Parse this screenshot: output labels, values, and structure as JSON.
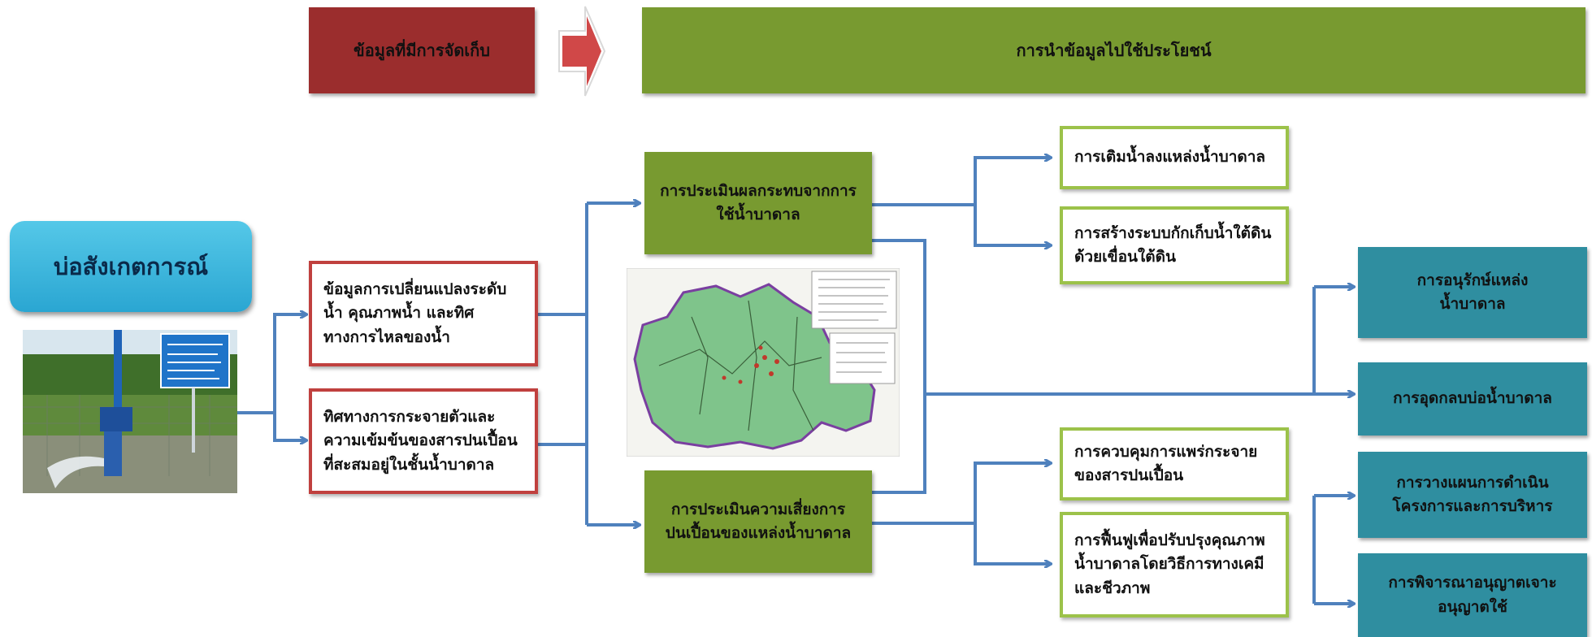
{
  "header": {
    "collected_label": "ข้อมูลที่มีการจัดเก็บ",
    "usage_label": "การนำข้อมูลไปใช้ประโยชน์"
  },
  "observation_well": {
    "title": "บ่อสังเกตการณ์",
    "photo": "observation-well-photo"
  },
  "inputs": [
    {
      "label": "ข้อมูลการเปลี่ยนแปลงระดับ\nน้ำ คุณภาพน้ำ และทิศ\nทางการไหลของน้ำ"
    },
    {
      "label": "ทิศทางการกระจายตัวและ\nความเข้มข้นของสารปนเปื้อน\nที่สะสมอยู่ในชั้นน้ำบาดาล"
    }
  ],
  "assessments": [
    {
      "label": "การประเมินผลกระทบจากการ\nใช้น้ำบาดาล"
    },
    {
      "label": "การประเมินความเสี่ยงการ\nปนเปื้อนของแหล่งน้ำบาดาล"
    }
  ],
  "map": {
    "icon": "groundwater-map-image"
  },
  "impact_outcomes": [
    {
      "label": "การเติมน้ำลงแหล่งน้ำบาดาล"
    },
    {
      "label": "การสร้างระบบกักเก็บน้ำใต้ดิน\nด้วยเขื่อนใต้ดิน"
    }
  ],
  "risk_outcomes": [
    {
      "label": "การควบคุมการแพร่กระจาย\nของสารปนเปื้อน"
    },
    {
      "label": "การฟื้นฟูเพื่อปรับปรุงคุณภาพ\nน้ำบาดาลโดยวิธีการทางเคมี\nและชีวภาพ"
    }
  ],
  "management_outcomes": [
    {
      "label": "การอนุรักษ์แหล่ง\nน้ำบาดาล"
    },
    {
      "label": "การอุดกลบบ่อน้ำบาดาล"
    },
    {
      "label": "การวางแผนการดำเนิน\nโครงการและการบริหาร"
    },
    {
      "label": "การพิจารณาอนุญาตเจาะ\nอนุญาตใช้"
    }
  ],
  "colors": {
    "header_red": "#9b2d2d",
    "header_green": "#789a30",
    "connector_blue": "#4f81bd",
    "teal": "#2f8ea0",
    "input_border": "#c0403e",
    "outcome_border": "#9cc24a"
  }
}
